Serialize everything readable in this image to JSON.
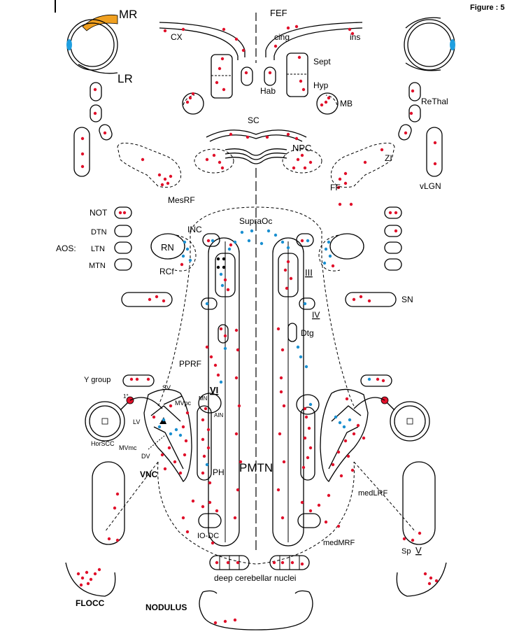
{
  "figure_label": "Figure : 5",
  "colors": {
    "line": "#000000",
    "neuron_red": "#e0102a",
    "neuron_blue": "#1a8fd0",
    "neuron_black": "#000000",
    "muscle": "#f0a020",
    "iris": "#1f9fe0"
  },
  "labels": {
    "MR": "MR",
    "LR": "LR",
    "FEF": "FEF",
    "CX": "CX",
    "cing": "cing",
    "ins": "ins",
    "Sept": "Sept",
    "Hab": "Hab",
    "Hyp": "Hyp",
    "MB": "MB",
    "ReThal": "ReThal",
    "SC": "SC",
    "NPC": "NPC",
    "ZI": "ZI",
    "FF": "FF",
    "vLGN": "vLGN",
    "MesRF": "MesRF",
    "NOT": "NOT",
    "SupraOc": "SupraOc",
    "INC": "INC",
    "DTN": "DTN",
    "LTN": "LTN",
    "MTN": "MTN",
    "AOS": "AOS:",
    "RN": "RN",
    "RCf": "RCf",
    "III": "III",
    "SN": "SN",
    "IV": "IV",
    "Dtg": "Dtg",
    "PPRF": "PPRF",
    "YGroup": "Y group",
    "SV": "SV",
    "VI": "VI",
    "MVpc": "MVpc",
    "MN": "MN",
    "AIN": "AIN",
    "LV": "LV",
    "HorSCC": "HorSCC",
    "MVmc": "MVmc",
    "DV": "DV",
    "VNC": "VNC",
    "PH": "PH",
    "PMTN": "PMTN",
    "medLRF": "medLRF",
    "IODC": "IO-DC",
    "medMRF": "medMRF",
    "SpV": "Sp",
    "SpVnum": "V",
    "deepCN": "deep cerebellar nuclei",
    "FLOCC": "FLOCC",
    "NODULUS": "NODULUS",
    "one_prime": "1°"
  }
}
